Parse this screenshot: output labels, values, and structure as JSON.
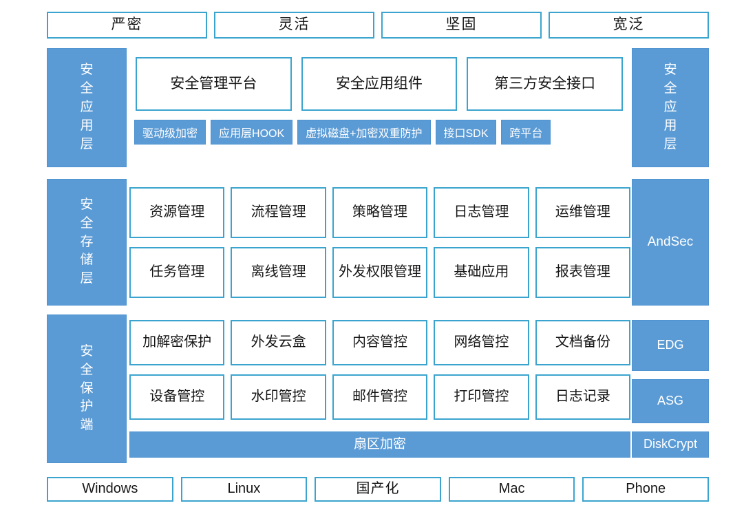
{
  "colors": {
    "accent_blue": "#5B9BD5",
    "box_border": "#3BA4CE",
    "text_dark": "#161616",
    "text_light": "#FFFFFF"
  },
  "top_capabilities": [
    {
      "label": "严密"
    },
    {
      "label": "灵活"
    },
    {
      "label": "坚固"
    },
    {
      "label": "宽泛"
    }
  ],
  "layers": [
    {
      "id": "application",
      "left_label": "安全应用层",
      "left_label_chars": [
        "安",
        "全",
        "应",
        "用",
        "层"
      ],
      "right_label": "安全应用层",
      "right_label_chars": [
        "安",
        "全",
        "应",
        "用",
        "层"
      ],
      "modules": [
        {
          "label": "安全管理平台"
        },
        {
          "label": "安全应用组件"
        },
        {
          "label": "第三方安全接口"
        }
      ],
      "chips": [
        {
          "label": "驱动级加密"
        },
        {
          "label": "应用层HOOK"
        },
        {
          "label": "虚拟磁盘+加密双重防护"
        },
        {
          "label": "接口SDK"
        },
        {
          "label": "跨平台"
        }
      ]
    },
    {
      "id": "storage",
      "left_label": "安全存储层",
      "left_label_chars": [
        "安",
        "全",
        "存",
        "储",
        "层"
      ],
      "right_tag": "AndSec",
      "rows": [
        [
          {
            "label": "资源管理"
          },
          {
            "label": "流程管理"
          },
          {
            "label": "策略管理"
          },
          {
            "label": "日志管理"
          },
          {
            "label": "运维管理"
          }
        ],
        [
          {
            "label": "任务管理"
          },
          {
            "label": "离线管理"
          },
          {
            "label": "外发权限管理"
          },
          {
            "label": "基础应用"
          },
          {
            "label": "报表管理"
          }
        ]
      ]
    },
    {
      "id": "endpoint",
      "left_label": "安全保护端",
      "left_label_chars": [
        "安",
        "全",
        "保",
        "护",
        "端"
      ],
      "rows": [
        [
          {
            "label": "加解密保护"
          },
          {
            "label": "外发云盒"
          },
          {
            "label": "内容管控"
          },
          {
            "label": "网络管控"
          },
          {
            "label": "文档备份"
          }
        ],
        [
          {
            "label": "设备管控"
          },
          {
            "label": "水印管控"
          },
          {
            "label": "邮件管控"
          },
          {
            "label": "打印管控"
          },
          {
            "label": "日志记录"
          }
        ]
      ],
      "wide_bar": "扇区加密",
      "right_stack": [
        {
          "label": "EDG"
        },
        {
          "label": "ASG"
        },
        {
          "label": "DiskCrypt"
        }
      ]
    }
  ],
  "bottom_platforms": [
    {
      "label": "Windows"
    },
    {
      "label": "Linux"
    },
    {
      "label": "国产化"
    },
    {
      "label": "Mac"
    },
    {
      "label": "Phone"
    }
  ]
}
